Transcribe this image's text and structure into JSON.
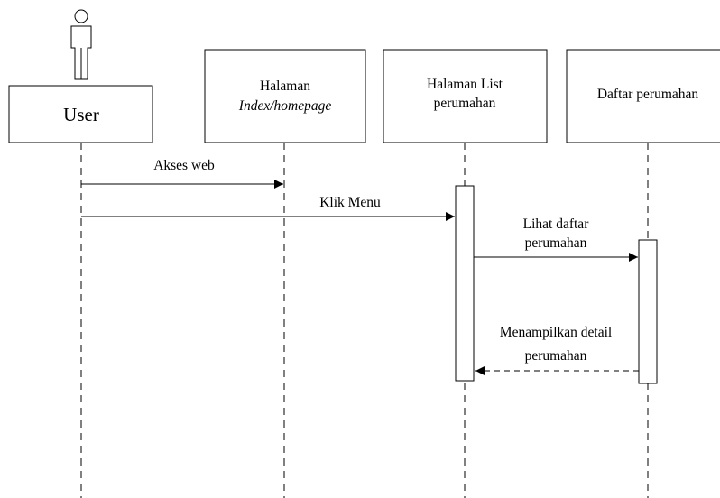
{
  "lifelines": [
    {
      "id": "user",
      "label_lines": [
        "User"
      ],
      "line2_italic": false
    },
    {
      "id": "index",
      "label_lines": [
        "Halaman",
        "Index/homepage"
      ],
      "line2_italic": true
    },
    {
      "id": "list",
      "label_lines": [
        "Halaman List",
        "perumahan"
      ],
      "line2_italic": false
    },
    {
      "id": "daftar",
      "label_lines": [
        "Daftar perumahan"
      ],
      "line2_italic": false
    }
  ],
  "messages": [
    {
      "label_lines": [
        "Akses web"
      ],
      "from": "user",
      "to": "index",
      "type": "sync"
    },
    {
      "label_lines": [
        "Klik Menu"
      ],
      "from": "user",
      "to": "list",
      "type": "sync"
    },
    {
      "label_lines": [
        "Lihat daftar",
        "perumahan"
      ],
      "from": "list",
      "to": "daftar",
      "type": "sync"
    },
    {
      "label_lines": [
        "Menampilkan detail",
        "perumahan"
      ],
      "from": "daftar",
      "to": "list",
      "type": "return"
    }
  ]
}
